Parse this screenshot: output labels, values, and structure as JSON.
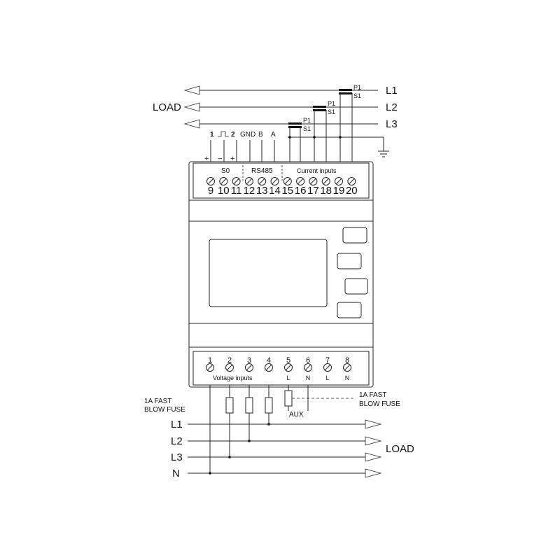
{
  "lines": [
    "L1",
    "L2",
    "L3"
  ],
  "load_top": "LOAD",
  "load_bottom": "LOAD",
  "bottom_lines": [
    "L1",
    "L2",
    "L3",
    "N"
  ],
  "ct_primary": "P1",
  "ct_secondary": "S1",
  "top_header": {
    "s0_pin1": "1",
    "s0_pin2": "2",
    "gnd": "GND",
    "b": "B",
    "a": "A",
    "plus": "+",
    "minus": "−"
  },
  "top_groups": {
    "s0": "S0",
    "rs485": "RS485",
    "current": "Current inputs"
  },
  "top_terminals": [
    "9",
    "10",
    "11",
    "12",
    "13",
    "14",
    "15",
    "16",
    "17",
    "18",
    "19",
    "20"
  ],
  "bottom_terminals": [
    "1",
    "2",
    "3",
    "4",
    "5",
    "6",
    "7",
    "8"
  ],
  "bottom_sub": [
    "",
    "",
    "",
    "",
    "L",
    "N",
    "L",
    "N"
  ],
  "voltage_label": "Voltage inputs",
  "fuse_left": [
    "1A FAST",
    "BLOW FUSE"
  ],
  "fuse_right": [
    "1A FAST",
    "BLOW FUSE"
  ],
  "aux": "AUX"
}
